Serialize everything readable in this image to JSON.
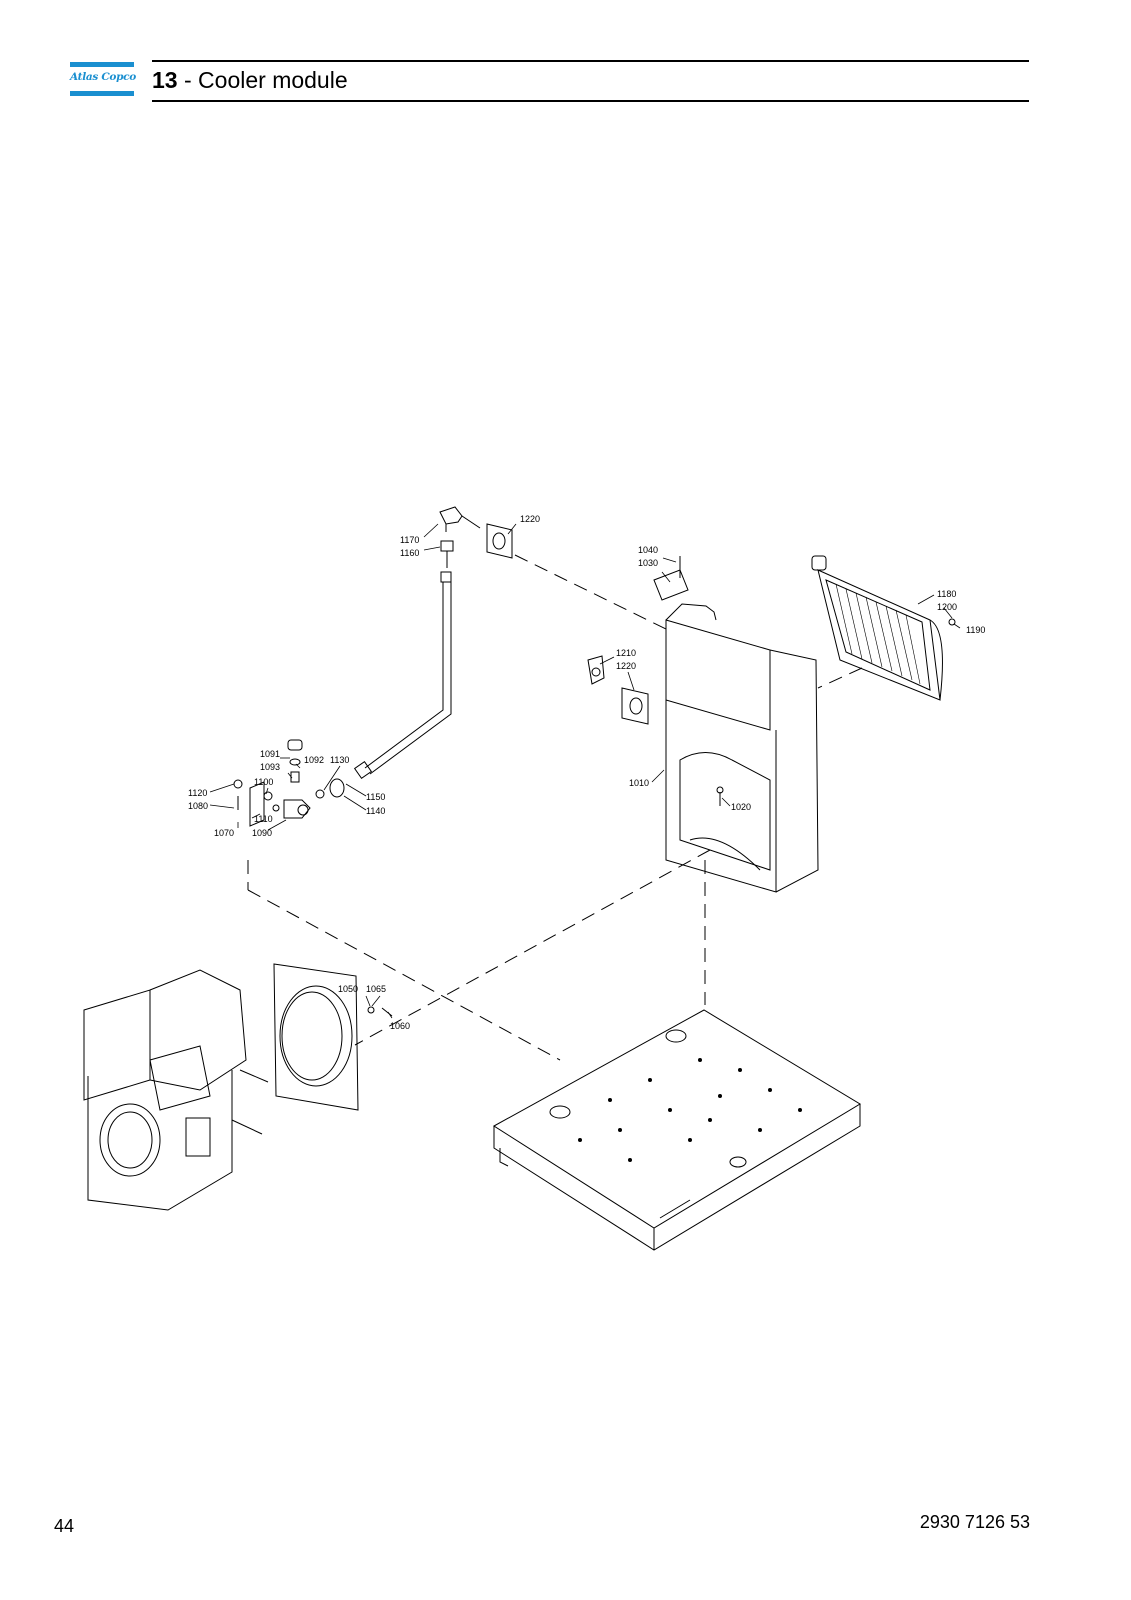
{
  "header": {
    "logo_text": "Atlas Copco",
    "section_number": "13",
    "section_separator": " - ",
    "section_title": "Cooler module",
    "brand_color": "#1a8fd0"
  },
  "figure": {
    "callouts": {
      "c1220a": "1220",
      "c1170": "1170",
      "c1160": "1160",
      "c1040": "1040",
      "c1030": "1030",
      "c1180": "1180",
      "c1200": "1200",
      "c1190": "1190",
      "c1210": "1210",
      "c1220b": "1220",
      "c1091": "1091",
      "c1092": "1092",
      "c1130": "1130",
      "c1093": "1093",
      "c1100": "1100",
      "c1120": "1120",
      "c1080": "1080",
      "c1110": "1110",
      "c1070": "1070",
      "c1090": "1090",
      "c1150": "1150",
      "c1140": "1140",
      "c1010": "1010",
      "c1020": "1020",
      "c1050": "1050",
      "c1065": "1065",
      "c1060": "1060"
    }
  },
  "footer": {
    "page_number": "44",
    "document_number": "2930 7126 53"
  }
}
